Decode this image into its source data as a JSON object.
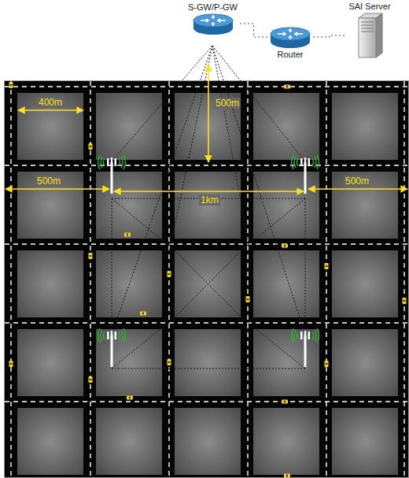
{
  "diagram": {
    "nodes": [
      {
        "text": [
          "S-GW/P-GW"
        ]
      },
      {
        "text": [
          "Router"
        ]
      },
      {
        "text": [
          "SAI Server"
        ]
      }
    ],
    "edges": [
      {
        "from": 0,
        "to": 1,
        "arrow": "none"
      },
      {
        "from": 1,
        "to": 2,
        "arrow": "none"
      }
    ],
    "labels": [
      "400m",
      "500m",
      "500m",
      "1km",
      "500m"
    ]
  }
}
